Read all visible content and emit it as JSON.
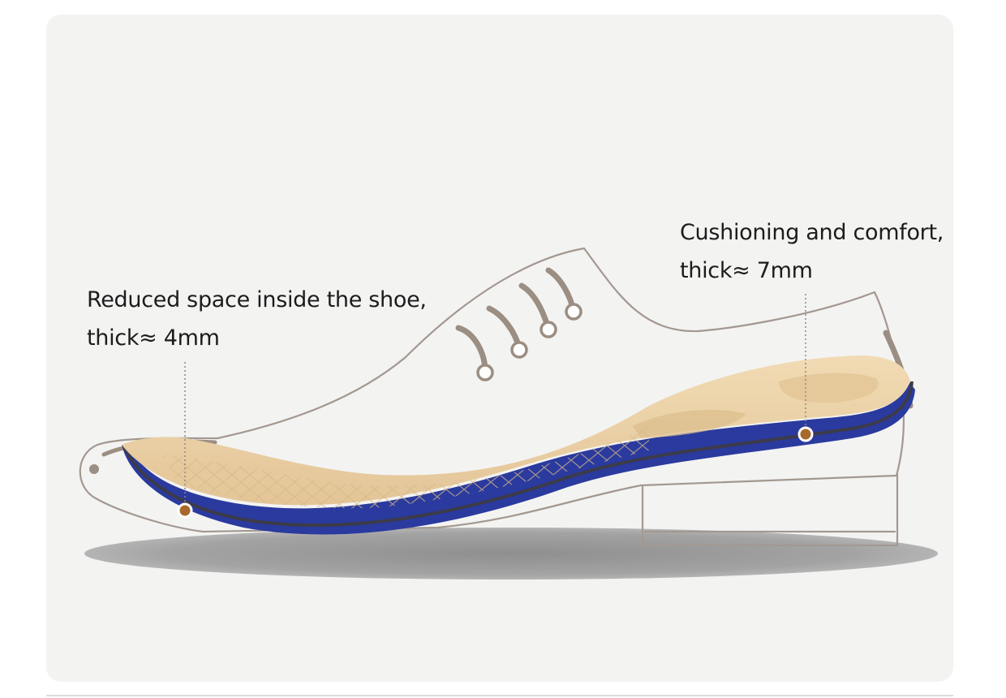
{
  "callouts": {
    "forefoot": {
      "line1": "Reduced space inside the shoe,",
      "line2": "thick≈ 4mm"
    },
    "heel": {
      "line1": "Cushioning and comfort,",
      "line2": "thick≈ 7mm"
    }
  },
  "colors": {
    "background_panel": "#f3f3f2",
    "shoe_outline": "#9a8f86",
    "insole_top": "#ecd1a6",
    "insole_base": "#2a3a9e",
    "marker": "#a8692c",
    "shadow": "#9c9c9c"
  }
}
